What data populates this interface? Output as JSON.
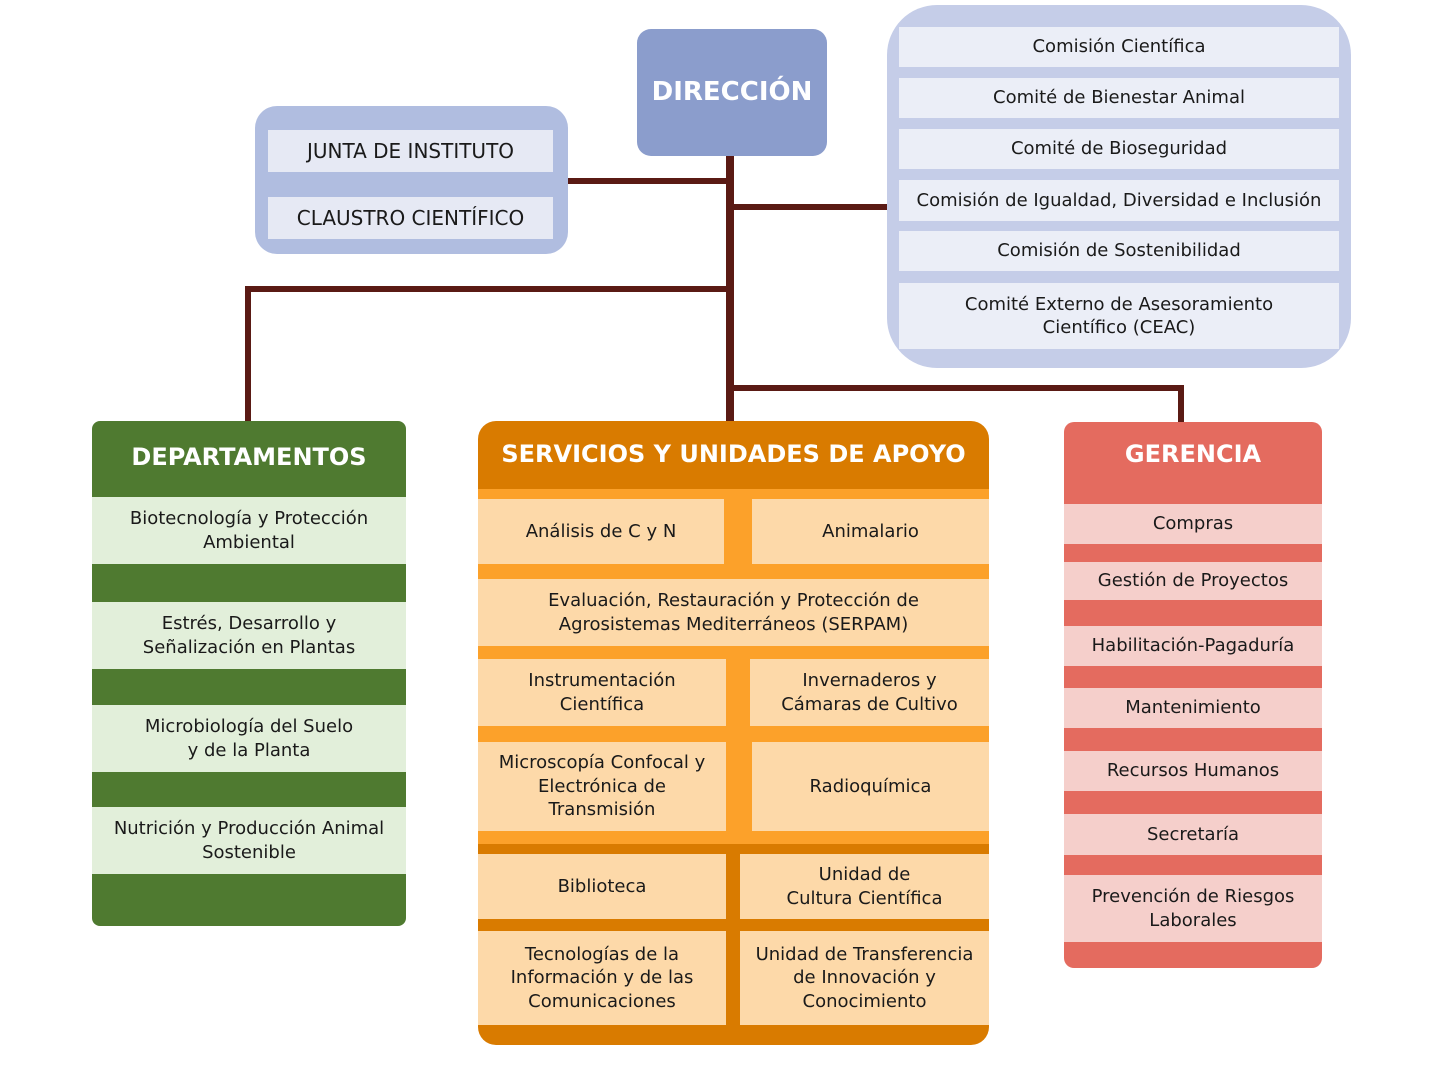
{
  "direccion": {
    "label": "DIRECCIÓN"
  },
  "junta": {
    "items": [
      "JUNTA DE INSTITUTO",
      "CLAUSTRO CIENTÍFICO"
    ]
  },
  "comisiones": {
    "items": [
      "Comisión Científica",
      "Comité de Bienestar Animal",
      "Comité de Bioseguridad",
      "Comisión de Igualdad, Diversidad e Inclusión",
      "Comisión de Sostenibilidad",
      "Comité Externo de Asesoramiento\nCientífico (CEAC)"
    ]
  },
  "departamentos": {
    "title": "DEPARTAMENTOS",
    "items": [
      "Biotecnología y Protección\nAmbiental",
      "Estrés, Desarrollo y\nSeñalización en Plantas",
      "Microbiología del Suelo\ny de la Planta",
      "Nutrición y Producción Animal\nSostenible"
    ]
  },
  "servicios": {
    "title": "SERVICIOS Y UNIDADES DE APOYO",
    "items": [
      "Análisis de C y N",
      "Animalario",
      "Evaluación, Restauración y Protección de\nAgrosistemas Mediterráneos (SERPAM)",
      "Instrumentación\nCientífica",
      "Invernaderos y\nCámaras de Cultivo",
      "Microscopía Confocal y\nElectrónica de\nTransmisión",
      "Radioquímica",
      "Biblioteca",
      "Unidad de\nCultura Científica",
      "Tecnologías de la\nInformación y de las\nComunicaciones",
      "Unidad de Transferencia\nde Innovación y\nConocimiento"
    ]
  },
  "gerencia": {
    "title": "GERENCIA",
    "items": [
      "Compras",
      "Gestión de Proyectos",
      "Habilitación-Pagaduría",
      "Mantenimiento",
      "Recursos Humanos",
      "Secretaría",
      "Prevención de Riesgos\nLaborales"
    ]
  },
  "colors": {
    "direccion": "#8b9dcc",
    "departamentos": "#4f7a30",
    "servicios": "#d97b00",
    "gerencia": "#e46b5f",
    "connector": "#5a1a14"
  }
}
